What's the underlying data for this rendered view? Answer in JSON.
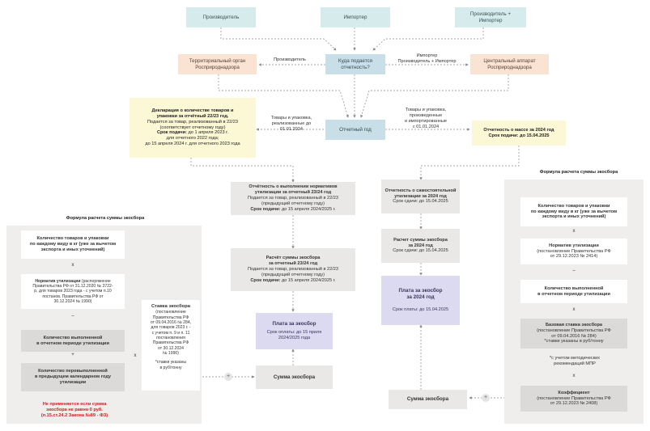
{
  "top": {
    "producer": "Производитель",
    "importer": "Импортер",
    "producer_importer_1": "Производитель +",
    "producer_importer_2": "Импортер"
  },
  "row2": {
    "territorial_1": "Территориальный орган",
    "territorial_2": "Росприроднадзора",
    "where_1": "Куда подается",
    "where_2": "отчетность?",
    "central_1": "Центральный аппарат",
    "central_2": "Росприроднадзора",
    "lbl_producer": "Производитель",
    "lbl_importer_1": "Импортер",
    "lbl_importer_2": "Производитель + Импортер"
  },
  "row3": {
    "decl_1": "Декларация о количестве товаров и",
    "decl_2": "упаковки за отчётный 22/23 год.",
    "decl_3": "Подается за товар, реализованный в 22/23",
    "decl_4": "(соответствует отчетному году)",
    "decl_deadline_label": "Срок подачи:",
    "decl_deadline_1": " до 1 апреля 2023 г.",
    "decl_5": "для отчетного 2022 года;",
    "decl_6": "до 15 апреля 2024 г. для отчетного 2023 года",
    "left_lbl_1": "Товары и упаковка,",
    "left_lbl_2": "реализованные до",
    "left_lbl_3": "01.01.2024",
    "period": "Отчетный год",
    "right_lbl_1": "Товары и упаковка,",
    "right_lbl_2": "произведенные",
    "right_lbl_3": "и импортированные",
    "right_lbl_4": "с 01.01.2024",
    "mass_1": "Отчетность о массе за 2024 год",
    "mass_2": "Срок подачи: до 15.04.2025"
  },
  "mid": {
    "norm_1": "Отчётность о выполнении нормативов",
    "norm_2": "утилизации за отчетный 23/24 год",
    "norm_3": "Подается за товар, реализованный в 22/23",
    "norm_4": "(предыдущий отчетному году)",
    "norm_deadline_label": "Срок подачи:",
    "norm_deadline": " до 15 апреля 2024/2025 г.",
    "calc_1": "Расчёт суммы экосбора",
    "calc_2": "за отчетный 23/24 год",
    "calc_3": "Подается за товар, реализованный в 22/23",
    "calc_4": "(предыдущий отчетному году)",
    "calc_deadline_label": "Срок подачи:",
    "calc_deadline": " до 15 апреля 2024/2025 г.",
    "pay_1": "Плата за экосбор",
    "pay_2": "Срок оплаты: до 15 приля",
    "pay_3": "2024/2025 года",
    "sum": "Сумма экосбора"
  },
  "right_col": {
    "self_1": "Отчетность о самостоятельной",
    "self_2": "утилизации за 2024 год",
    "self_3": "Срок сдачи: до 15.04.2025",
    "calc_1": "Расчет суммы экосбора",
    "calc_2": "за 2024 год",
    "calc_3": "Срок сдачи: до 15.04.2025",
    "pay_1": "Плата за экосбор",
    "pay_2": "за 2024 год",
    "pay_3": "Срок платы: до 15.04.2025",
    "sum": "Сумма экосбора"
  },
  "left_formula": {
    "title": "Формула расчета суммы экосбора",
    "qty_1": "Количество товаров и упаковки",
    "qty_2": "по каждому виду в кг (уже за вычетом",
    "qty_3": "экспорта и иных уточнений)",
    "x1": "x",
    "norm_title": "Норматив утилизации",
    "norm_1": " (распоряжение",
    "norm_2": "Правительства РФ от 31.12.2020 № 3722-",
    "norm_3": "р, для товаров 2023 года - с учетом п.10",
    "norm_4": "постанов. Правительства  РФ от",
    "norm_5": "30.12.2024 № 1990)",
    "minus": "–",
    "done_1": "Количество выполненной",
    "done_2": "в отчетном периоде утилизации",
    "plus": "+",
    "over_1": "Количество перевыполненной",
    "over_2": "в предыдущем календарном году",
    "over_3": "утилизации",
    "x2": "x",
    "rate_title": "Ставка экосбора",
    "rate_1": "(постановление",
    "rate_2": "Правительства РФ",
    "rate_3": "от 09.04.2016 № 284,",
    "rate_4": "для товаров 2023 г. -",
    "rate_5": "с учетом п. 9 и п. 11",
    "rate_6": "постановления",
    "rate_7": "Правительства РФ",
    "rate_8": "от 30.12.2024",
    "rate_9": "№ 1990)",
    "rate_note_1": "*ставки указаны",
    "rate_note_2": "в руб/тонну",
    "warn_1": "Не применяется если сумма",
    "warn_2": "экосбора не равно 0 руб.",
    "warn_3": "(п.15.ст.24.2 Закона №89 - ФЗ)"
  },
  "right_formula": {
    "title": "Формула расчета суммы экосбора",
    "qty_1": "Количество товаров и упаковки",
    "qty_2": "по каждому виду в кг (уже за вычетом",
    "qty_3": "экспорта и иных уточнений)",
    "x1": "x",
    "norm_title": "Норматив утилизации",
    "norm_1": "(постановление Правительства РФ",
    "norm_2": "от 29.12.2023 № 2414)",
    "minus": "–",
    "done_1": "Количество выполненной",
    "done_2": "в отчетном периоде утилизации",
    "x2": "x",
    "base_1": "Базовая ставка экосбора",
    "base_2": "(постановление Правительства РФ",
    "base_3": "от 09.04.2016 № 284)",
    "base_4": "*ставки указаны в руб/тонну",
    "method_1": "*с учетом методических",
    "method_2": "рекомендаций МПР",
    "x3": "x",
    "coef_1": "Коэффициент",
    "coef_2": "(постановление Правительства РФ",
    "coef_3": "от 29.12.2023 № 2408)"
  },
  "connectors": {
    "plus_left": "+",
    "plus_right": "+"
  }
}
